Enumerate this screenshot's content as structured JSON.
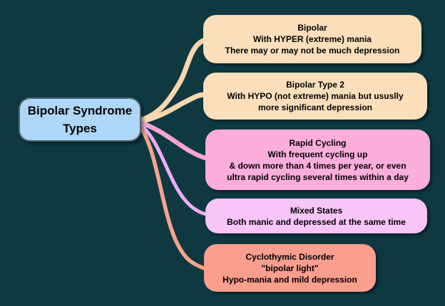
{
  "canvas": {
    "background_color": "#0e3941"
  },
  "root": {
    "lines": [
      "Bipolar Syndrome",
      "Types"
    ],
    "fill": "#aed6f6"
  },
  "branches": [
    {
      "name": "bipolar",
      "fill": "#fbdfba",
      "line_color": "#f7d7ae",
      "lines": [
        "Bipolar",
        "With HYPER (extreme) mania",
        "There may or may not be much depression"
      ]
    },
    {
      "name": "bipolar-type-2",
      "fill": "#fbdfba",
      "line_color": "#f7d7ae",
      "lines": [
        "Bipolar Type 2",
        "With HYPO (not extreme) mania but ususlly",
        "more significant depression"
      ]
    },
    {
      "name": "rapid-cycling",
      "fill": "#fbaeda",
      "line_color": "#f9a4ce",
      "lines": [
        "Rapid Cycling",
        "With frequent cycling up",
        "& down more than 4 times per year, or even",
        "ultra rapid cycling several times within a day"
      ]
    },
    {
      "name": "mixed-states",
      "fill": "#f9c4f7",
      "line_color": "#efacf7",
      "lines": [
        "Mixed States",
        "Both manic and depressed at the same time"
      ]
    },
    {
      "name": "cyclothymic-disorder",
      "fill": "#fa9e8e",
      "line_color": "#f5a489",
      "lines": [
        "Cyclothymic Disorder",
        "\"bipolar light\"",
        "Hypo-mania and mild depression"
      ]
    }
  ]
}
